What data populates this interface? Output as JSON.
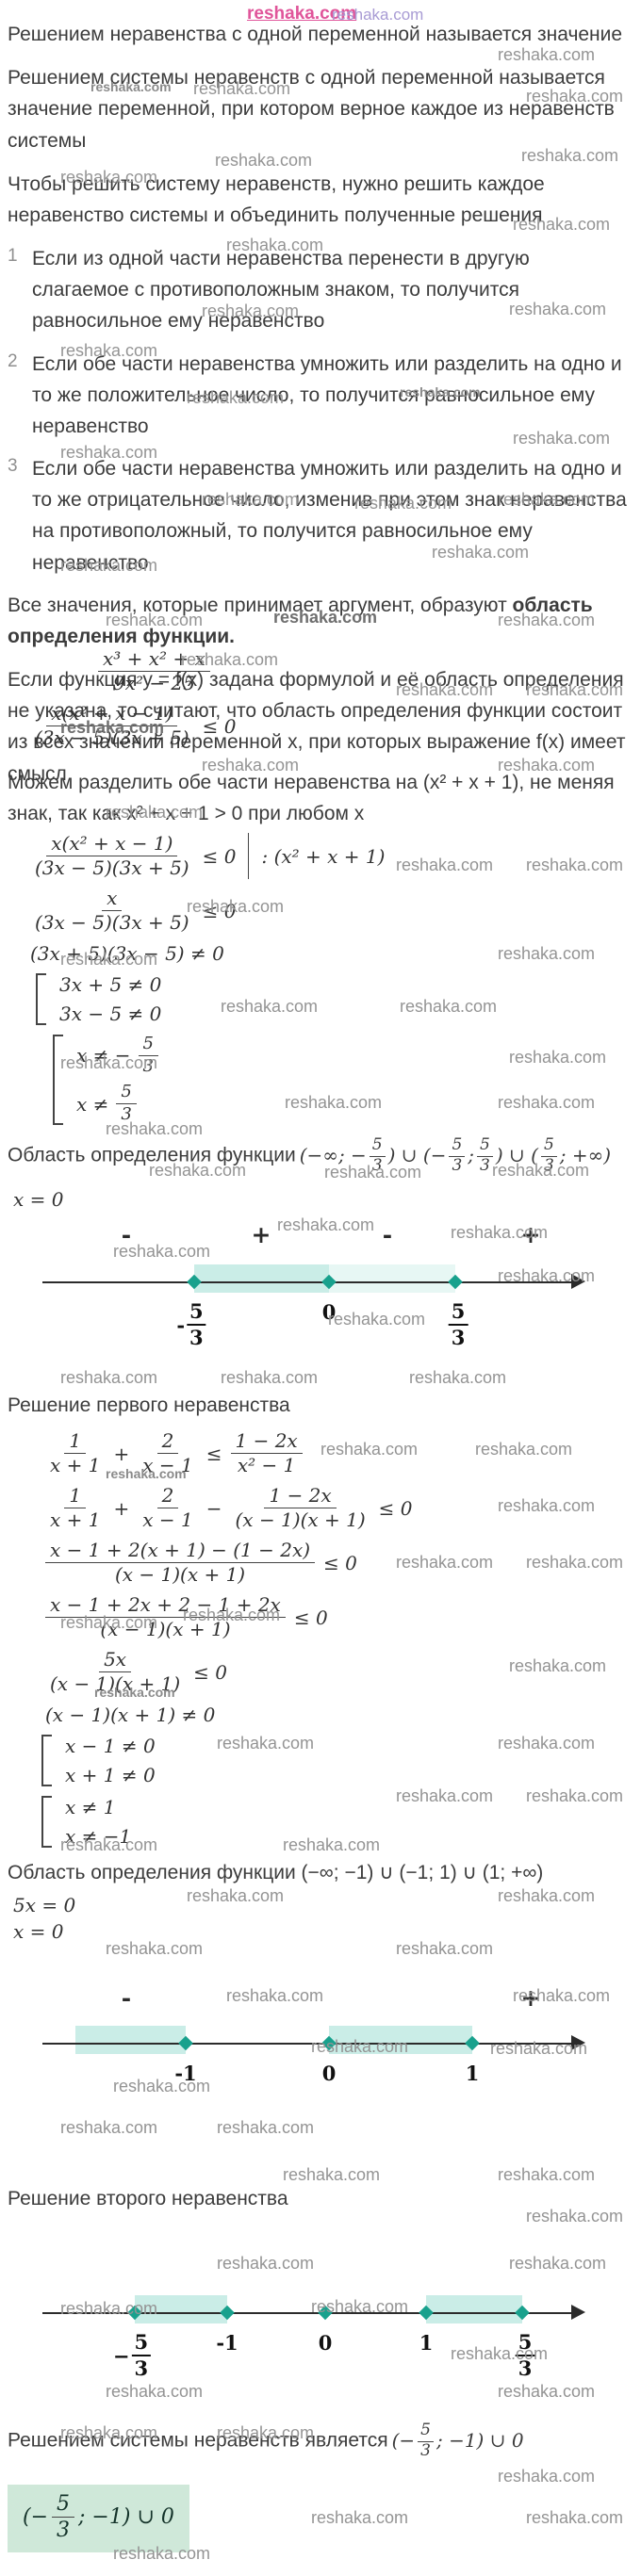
{
  "watermark": {
    "text": "reshaka.com"
  },
  "colors": {
    "accent": "#18a18d",
    "band_rgba": "rgba(64,190,168,0.28)",
    "highlight": "#cfe8d9",
    "watermark_gray": "#949494",
    "watermark_pink": "#e0559a"
  },
  "intro": {
    "p1": "Решением неравенства с одной переменной называется значение",
    "p2": "Решением системы неравенств с одной переменной называется значение переменной, при котором верное каждое из неравенств системы",
    "p3": "Чтобы решить систему неравенств, нужно решить каждое неравенство системы и объединить полученные решения",
    "rules": [
      {
        "n": "1",
        "text": "Если из одной части неравенства перенести в другую слагаемое с противоположным знаком, то получится равносильное ему неравенство"
      },
      {
        "n": "2",
        "text": "Если обе части неравенства умножить или разделить на одно и то же положительное число, то получится равносильное ему неравенство"
      },
      {
        "n": "3",
        "text": "Если обе части неравенства умножить или разделить на одно и то же отрицательное число, изменив при этом знак неравенства на противоположный, то получится равносильное ему неравенство"
      }
    ],
    "p4_pre": "Все значения, которые принимает аргумент, образуют ",
    "p4_bold": "область определения функции.",
    "p5": "Если функция y = f(x) задана формулой и её область определения не указана, то считают, что область определения функции состоит из всех значений переменной x, при которых выражение f(x) имеет смысл"
  },
  "domain1": {
    "m1": [
      {
        "t": "frac",
        "num": "x³ + x² + x",
        "den": "9x² − 25"
      }
    ],
    "m2": [
      {
        "t": "frac",
        "num": "x(x² + x − 1)",
        "den": "(3x − 5)(3x + 5)"
      },
      {
        "t": "txt",
        "v": "≤ 0"
      }
    ],
    "note": "Можем разделить обе части неравенства на (x² + x + 1), не меняя знак, так как x² + x + 1 > 0 при любом x",
    "m3": [
      {
        "t": "frac",
        "num": "x(x² + x − 1)",
        "den": "(3x − 5)(3x + 5)"
      },
      {
        "t": "txt",
        "v": "≤ 0"
      },
      {
        "t": "bar"
      },
      {
        "t": "txt",
        "v": ": (x² + x + 1)"
      }
    ],
    "m4": [
      {
        "t": "frac",
        "num": "x",
        "den": "(3x − 5)(3x + 5)"
      },
      {
        "t": "txt",
        "v": "≤ 0"
      }
    ],
    "m5": [
      {
        "t": "txt",
        "v": "(3x + 5)(3x − 5) ≠ 0"
      }
    ],
    "sys1": {
      "rows": [
        [
          {
            "t": "txt",
            "v": "3x + 5 ≠ 0"
          }
        ],
        [
          {
            "t": "txt",
            "v": "3x − 5 ≠ 0"
          }
        ]
      ]
    },
    "sys2": {
      "rows": [
        [
          {
            "t": "txt",
            "v": "x ≠ −"
          },
          {
            "t": "frac",
            "num": "5",
            "den": "3"
          }
        ],
        [
          {
            "t": "txt",
            "v": "x ≠"
          },
          {
            "t": "frac",
            "num": "5",
            "den": "3"
          }
        ]
      ]
    },
    "domain_label": "Область определения функции",
    "domain_math": [
      {
        "t": "txt",
        "v": "(−∞; −"
      },
      {
        "t": "frac",
        "num": "5",
        "den": "3"
      },
      {
        "t": "txt",
        "v": ") ∪ (−"
      },
      {
        "t": "frac",
        "num": "5",
        "den": "3"
      },
      {
        "t": "txt",
        "v": ";"
      },
      {
        "t": "frac",
        "num": "5",
        "den": "3"
      },
      {
        "t": "txt",
        "v": ") ∪ ("
      },
      {
        "t": "frac",
        "num": "5",
        "den": "3"
      },
      {
        "t": "txt",
        "v": "; +∞)"
      }
    ],
    "zero": "x = 0"
  },
  "numberline1": {
    "signs": [
      "-",
      "+",
      "-",
      "+"
    ],
    "labels": {
      "a": [
        {
          "t": "txt",
          "v": "-"
        },
        {
          "t": "frac",
          "num": "5",
          "den": "3"
        }
      ],
      "b": "0",
      "c": [
        {
          "t": "frac",
          "num": "5",
          "den": "3"
        }
      ]
    }
  },
  "first": {
    "title": "Решение первого неравенства",
    "m1": [
      {
        "t": "frac",
        "num": "1",
        "den": "x + 1"
      },
      {
        "t": "txt",
        "v": "+"
      },
      {
        "t": "frac",
        "num": "2",
        "den": "x − 1"
      },
      {
        "t": "txt",
        "v": "≤"
      },
      {
        "t": "frac",
        "num": "1 − 2x",
        "den": "x² − 1"
      }
    ],
    "m2": [
      {
        "t": "frac",
        "num": "1",
        "den": "x + 1"
      },
      {
        "t": "txt",
        "v": "+"
      },
      {
        "t": "frac",
        "num": "2",
        "den": "x − 1"
      },
      {
        "t": "txt",
        "v": "−"
      },
      {
        "t": "frac",
        "num": "1 − 2x",
        "den": "(x − 1)(x + 1)"
      },
      {
        "t": "txt",
        "v": "≤ 0"
      }
    ],
    "m3": [
      {
        "t": "frac",
        "num": "x − 1 + 2(x + 1) − (1 − 2x)",
        "den": "(x − 1)(x + 1)"
      },
      {
        "t": "txt",
        "v": "≤ 0"
      }
    ],
    "m4": [
      {
        "t": "frac",
        "num": "x − 1 + 2x + 2 − 1 + 2x",
        "den": "(x − 1)(x + 1)"
      },
      {
        "t": "txt",
        "v": "≤ 0"
      }
    ],
    "m5": [
      {
        "t": "frac",
        "num": "5x",
        "den": "(x − 1)(x + 1)"
      },
      {
        "t": "txt",
        "v": "≤ 0"
      }
    ],
    "m6": [
      {
        "t": "txt",
        "v": "(x − 1)(x + 1) ≠ 0"
      }
    ],
    "sys1": {
      "rows": [
        [
          {
            "t": "txt",
            "v": "x − 1 ≠ 0"
          }
        ],
        [
          {
            "t": "txt",
            "v": "x + 1 ≠ 0"
          }
        ]
      ]
    },
    "sys2": {
      "rows": [
        [
          {
            "t": "txt",
            "v": "x ≠ 1"
          }
        ],
        [
          {
            "t": "txt",
            "v": "x ≠ −1"
          }
        ]
      ]
    },
    "domain": "Область определения функции (−∞; −1) ∪ (−1; 1) ∪ (1; +∞)",
    "zero1": "5x = 0",
    "zero2": "x = 0"
  },
  "numberline2": {
    "signs": [
      "-",
      "+"
    ],
    "labels": {
      "a": "-1",
      "b": "0",
      "c": "1"
    }
  },
  "second": {
    "title": "Решение второго неравенства"
  },
  "numberline3": {
    "labels": {
      "a": [
        {
          "t": "txt",
          "v": "−"
        },
        {
          "t": "frac",
          "num": "5",
          "den": "3"
        }
      ],
      "b": "-1",
      "c": "0",
      "d": "1",
      "e": [
        {
          "t": "frac",
          "num": "5",
          "den": "3"
        }
      ]
    }
  },
  "result": {
    "label": "Решением системы неравенств является",
    "math": [
      {
        "t": "txt",
        "v": "(−"
      },
      {
        "t": "frac",
        "num": "5",
        "den": "3"
      },
      {
        "t": "txt",
        "v": "; −1) ∪ 0"
      }
    ],
    "answer": [
      {
        "t": "txt",
        "v": "(−"
      },
      {
        "t": "frac",
        "num": "5",
        "den": "3"
      },
      {
        "t": "txt",
        "v": "; −1) ∪ 0"
      }
    ]
  }
}
